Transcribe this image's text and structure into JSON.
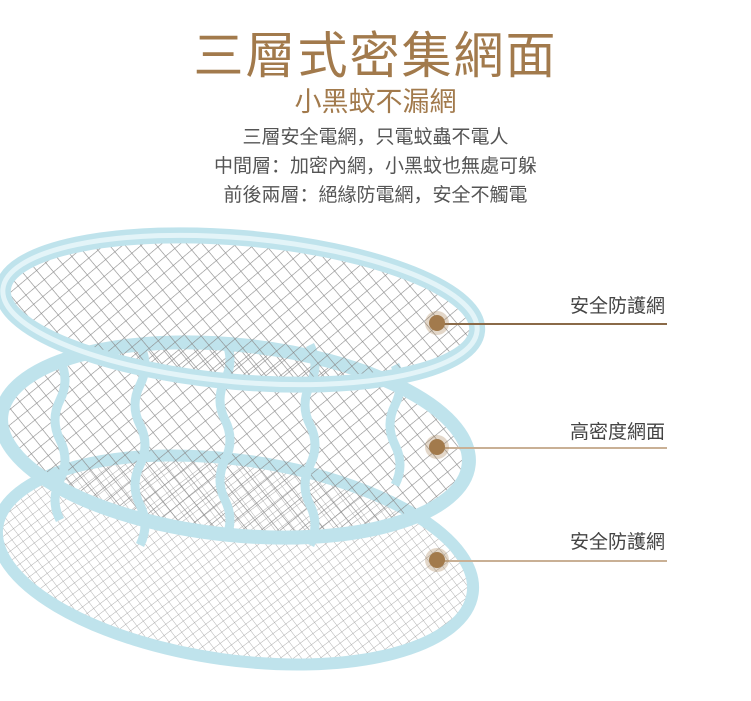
{
  "headline": {
    "title": "三層式密集網面",
    "subtitle": "小黑蚊不漏網",
    "lines": [
      "三層安全電網，只電蚊蟲不電人",
      "中間層：加密內網，小黑蚊也無處可躲",
      "前後兩層：絕緣防電網，安全不觸電"
    ]
  },
  "callouts": [
    {
      "label": "安全防護網"
    },
    {
      "label": "高密度網面"
    },
    {
      "label": "安全防護網"
    }
  ],
  "colors": {
    "accent": "#a27a4c",
    "frame": "#bfe3ec",
    "mesh": "#8a8a8a"
  }
}
